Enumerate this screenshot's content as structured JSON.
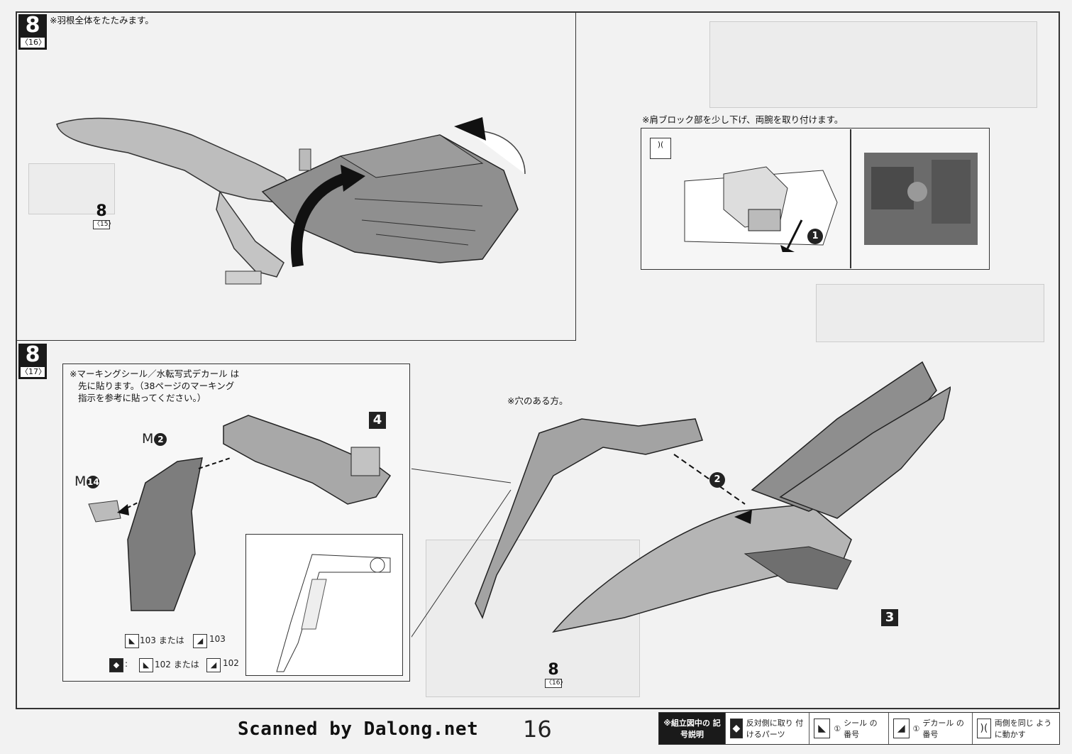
{
  "step_top": {
    "number": "8",
    "ref": "〈16〉",
    "note": "※羽根全体をたたみます。",
    "callout_number": "8",
    "callout_ref": "〈15〉"
  },
  "step_bottom": {
    "number": "8",
    "ref": "〈17〉",
    "note_lines": [
      "※マーキングシール／水転写式デカール は",
      "先に貼ります。（38ページのマーキング",
      "指示を参考に貼ってください。）"
    ],
    "m2": "M",
    "m2_num": "2",
    "m14": "M",
    "m14_num": "14",
    "part4": "4",
    "part3": "3",
    "hole_note": "※穴のある方。",
    "arrow2": "2",
    "callout_number": "8",
    "callout_ref": "〈16〉",
    "seal_line_1": {
      "num_a": "103",
      "or": "または",
      "num_b": "103"
    },
    "seal_line_2": {
      "num_a": "102",
      "or": "または",
      "num_b": "102"
    }
  },
  "inset": {
    "note": "※肩ブロック部を少し下げ、両腕を取り付けます。",
    "arrow1": "1"
  },
  "legend": {
    "title": "※組立図中の 記号説明",
    "items": [
      {
        "icon": "mirror-icon",
        "text": "反対側に取り 付けるパーツ"
      },
      {
        "icon": "seal-icon",
        "num": "①",
        "text": "シール の番号"
      },
      {
        "icon": "decal-icon",
        "num": "①",
        "text": "デカール の番号"
      },
      {
        "icon": "move-both-icon",
        "text": "両側を同じ ように動かす"
      }
    ]
  },
  "footer": {
    "scanned": "Scanned by Dalong.net",
    "page": "16"
  }
}
